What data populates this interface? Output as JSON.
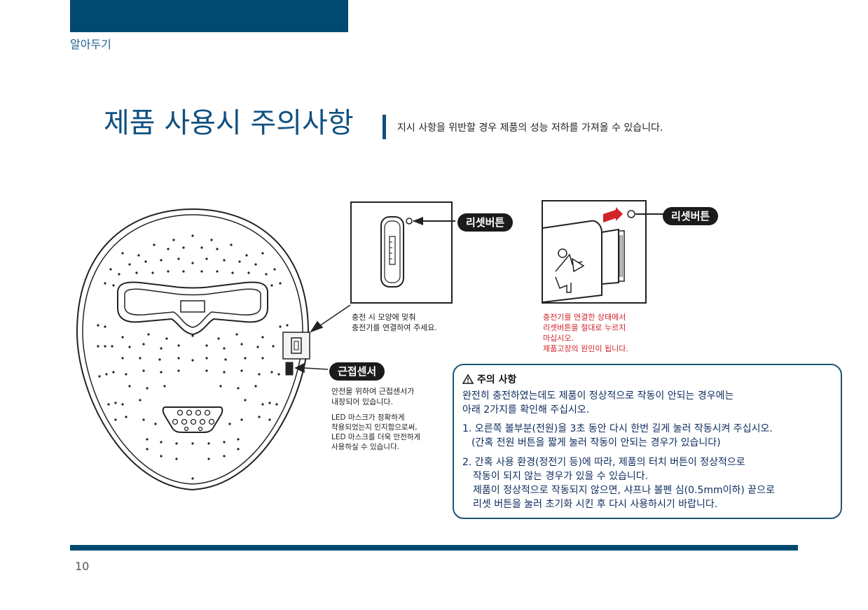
{
  "header": {
    "section_label": "알아두기"
  },
  "title": {
    "main": "제품 사용시 주의사항",
    "subtitle": "지시 사항을 위반할 경우 제품의 성능 저하를 가져올 수 있습니다."
  },
  "figure1": {
    "tag": "리셋버튼",
    "caption": [
      "충전 시 모양에 맞춰",
      "충전기를 연결하여 주세요."
    ]
  },
  "figure2": {
    "tag": "리셋버튼",
    "caption": [
      "충전기를 연결한  상태에서",
      "리셋버튼을 절대로 누르지",
      "마십시오.",
      "제품고장의 원인이 됩니다."
    ]
  },
  "sensor": {
    "tag": "근접센서",
    "desc1": [
      "안전을 위하여 근접센서가",
      "내장되어 있습니다."
    ],
    "desc2": [
      "LED 마스크가 정확하게",
      "착용되었는지 인지함으로써,",
      "LED 마스크를 더욱 안전하게",
      "사용하실 수 있습니다."
    ]
  },
  "caution": {
    "title": "주의 사항",
    "intro": [
      "완전히 충전하였는데도 제품이 정상적으로 작동이 안되는 경우에는",
      "아래 2가지를 확인해 주십시오."
    ],
    "item1": [
      "1. 오른쪽 볼부분(전원)을 3초 동안 다시 한번 길게 눌러 작동시켜 주십시오.",
      "(간혹 전원 버튼을 짧게 눌러 작동이 안되는 경우가 있습니다)"
    ],
    "item2": [
      "2. 간혹 사용 환경(정전기 등)에 따라, 제품의 터치 버튼이 정상적으로",
      "작동이 되지 않는 경우가 있을 수 있습니다.",
      "제품이 정상적으로 작동되지 않으면, 샤프나 볼펜 심(0.5mm이하) 끝으로",
      "리셋 버튼을 눌러 초기화 시킨 후 다시 사용하시기 바랍니다."
    ]
  },
  "footer": {
    "page_number": "10"
  },
  "colors": {
    "brand_blue": "#004a72",
    "warning_red": "#d2232a"
  }
}
